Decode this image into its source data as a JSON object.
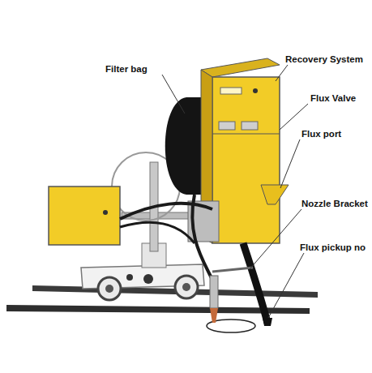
{
  "diagram": {
    "labels": [
      "Filter bag",
      "Recovery System",
      "Flux Valve",
      "Flux port",
      "Nozzle Bracket",
      "Flux pickup no"
    ]
  }
}
